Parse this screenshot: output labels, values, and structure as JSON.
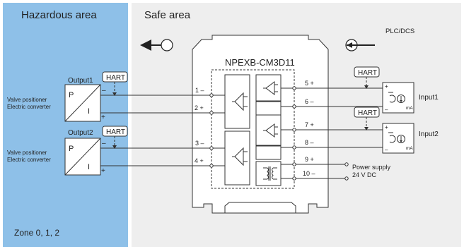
{
  "zones": {
    "hazardous_title": "Hazardous area",
    "safe_title": "Safe area",
    "zone_label": "Zone  0, 1, 2"
  },
  "device": {
    "model": "NPEXB-CM3D11",
    "plc_label": "PLC/DCS"
  },
  "outputs": [
    {
      "label": "Output1",
      "hart": "HART",
      "p": "P",
      "i": "I",
      "minus": "–",
      "plus": "+",
      "desc_line1": "Valve positioner",
      "desc_line2": "Electric converter"
    },
    {
      "label": "Output2",
      "hart": "HART",
      "p": "P",
      "i": "I",
      "minus": "–",
      "plus": "+",
      "desc_line1": "Valve positioner",
      "desc_line2": "Electric converter"
    }
  ],
  "terminals": [
    {
      "label": "1 –"
    },
    {
      "label": "2 +"
    },
    {
      "label": "3 –"
    },
    {
      "label": "4 +"
    },
    {
      "label": "5 +"
    },
    {
      "label": "6 –"
    },
    {
      "label": "7 +"
    },
    {
      "label": "8 –"
    },
    {
      "label": "9 +"
    },
    {
      "label": "10 –"
    }
  ],
  "inputs": [
    {
      "label": "Input1",
      "hart": "HART",
      "plus": "+",
      "minus": "–",
      "unit": "mA"
    },
    {
      "label": "Input2",
      "hart": "HART",
      "plus": "+",
      "minus": "–",
      "unit": "mA"
    }
  ],
  "power": {
    "line1": "Power supply",
    "line2": "24 V DC"
  },
  "colors": {
    "hazardous_bg": "#8ec0e8",
    "safe_bg": "#eeeeee"
  }
}
